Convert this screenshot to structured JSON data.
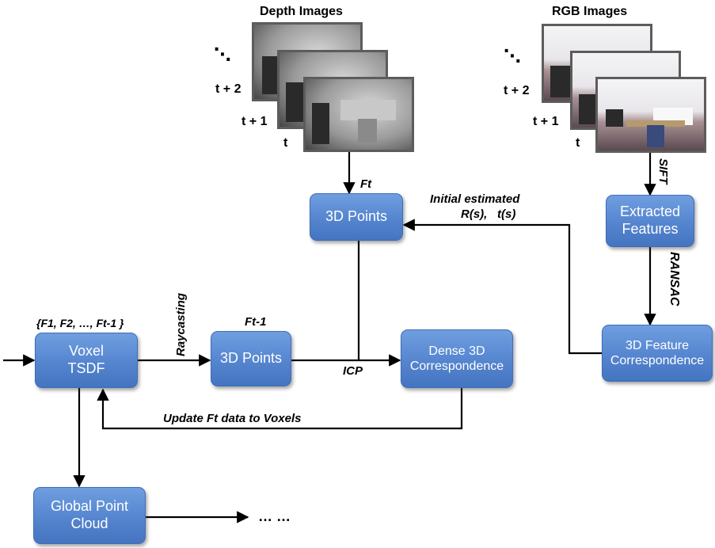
{
  "headers": {
    "depth": "Depth Images",
    "rgb": "RGB Images"
  },
  "time_labels": {
    "t_plus_2": "t + 2",
    "t_plus_1": "t + 1",
    "t": "t",
    "ellipsis": "⋱"
  },
  "boxes": {
    "points_top": [
      "3D Points"
    ],
    "extracted_features": [
      "Extracted",
      "Features"
    ],
    "feature_corr": [
      "3D Feature",
      "Correspondence"
    ],
    "voxel_tsdf": [
      "Voxel",
      "TSDF"
    ],
    "points_mid": [
      "3D Points"
    ],
    "dense_corr": [
      "Dense 3D",
      "Correspondence"
    ],
    "global_pc": [
      "Global Point",
      "Cloud"
    ]
  },
  "labels": {
    "ft": "Ft",
    "initial_estimated": "Initial estimated",
    "r_s": "R(s),",
    "t_s": "t(s)",
    "sift": "SIFT",
    "ransac": "RANSAC",
    "frames_set": "{F1, F2, …, Ft-1 }",
    "raycasting": "Raycasting",
    "ft_minus_1": "Ft-1",
    "icp": "ICP",
    "update": "Update Ft data to Voxels",
    "ellipsis_out": "… …"
  }
}
